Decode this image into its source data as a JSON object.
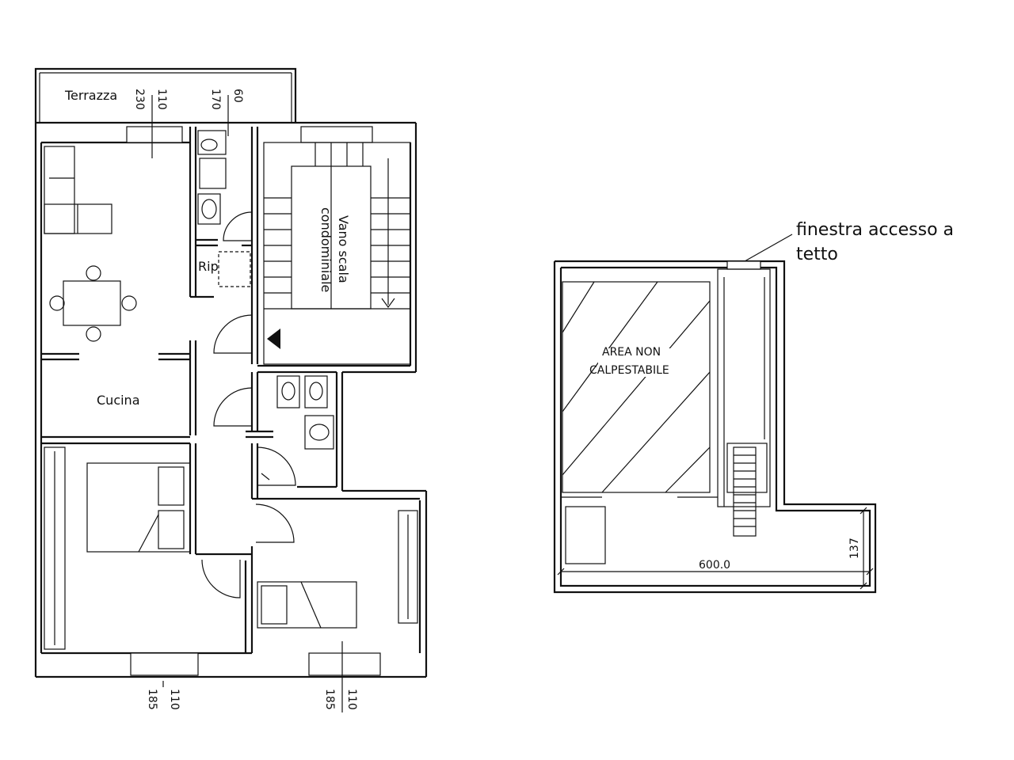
{
  "plan_main": {
    "terrazza": "Terrazza",
    "cucina": "Cucina",
    "rip": "Rip",
    "vano_scala_line1": "Vano scala",
    "vano_scala_line2": "condominiale",
    "dim_top_left_a": "110",
    "dim_top_left_b": "230",
    "dim_top_right_a": "60",
    "dim_top_right_b": "170",
    "dim_bottom_left_a": "110",
    "dim_bottom_left_b": "185",
    "dim_bottom_right_a": "110",
    "dim_bottom_right_b": "185"
  },
  "plan_attic": {
    "area_line1": "AREA NON",
    "area_line2": "CALPESTABILE",
    "dim_width": "600.0",
    "dim_height": "137",
    "note_line1": "finestra accesso a",
    "note_line2": "tetto"
  }
}
